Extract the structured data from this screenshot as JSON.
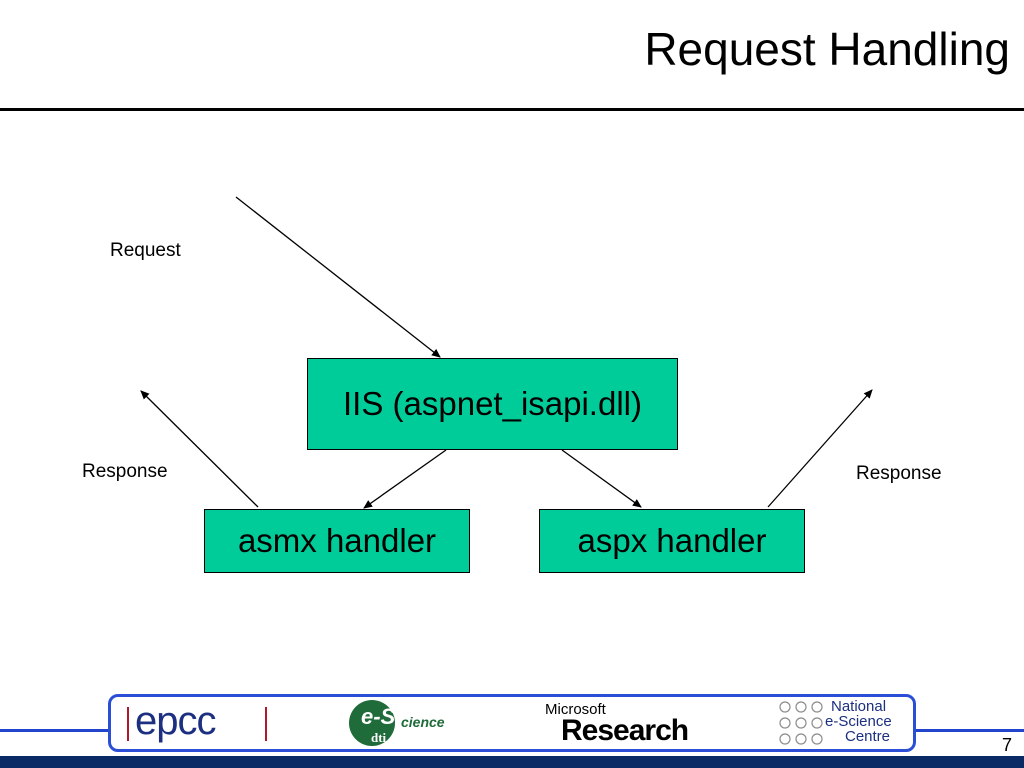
{
  "slide": {
    "title": "Request Handling",
    "page_number": "7"
  },
  "diagram": {
    "request_label": "Request",
    "response_left_label": "Response",
    "response_right_label": "Response",
    "iis_box": "IIS (aspnet_isapi.dll)",
    "asmx_box": "asmx handler",
    "aspx_box": "aspx handler",
    "box_color": "#00cc99"
  },
  "footer": {
    "logos": {
      "epcc": "epcc",
      "escience_e": "e-S",
      "escience_rest": "cience",
      "escience_dti": "dti",
      "ms_microsoft": "Microsoft",
      "ms_research": "Research",
      "nesc_line1": "National",
      "nesc_line2": "e-Science",
      "nesc_line3": "Centre"
    },
    "frame_color": "#2a4fd6"
  }
}
